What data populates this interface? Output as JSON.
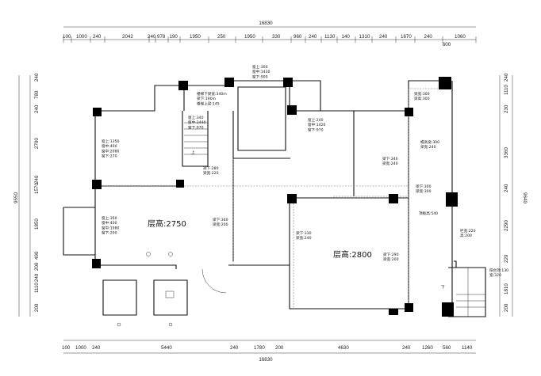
{
  "overall_dimension": "16830",
  "top_row_1": [
    "100",
    "1000",
    "240",
    "2042",
    "240",
    "978",
    "190",
    "1950",
    "250",
    "1950",
    "330",
    "960",
    "240",
    "1130",
    "140",
    "1310",
    "240",
    "1670",
    "240",
    "1060"
  ],
  "top_row_2": "600",
  "bottom_row": [
    "100",
    "1000",
    "240",
    "5440",
    "240",
    "1780",
    "200",
    "4630",
    "240",
    "1260",
    "560",
    "1140"
  ],
  "left_dims": [
    "240",
    "780",
    "240",
    "2700",
    "240",
    "1570",
    "1850",
    "490",
    "200",
    "240",
    "1110",
    "200"
  ],
  "left_total": "9550",
  "right_dims": [
    "240",
    "1110",
    "230",
    "3360",
    "240",
    "2290",
    "220",
    "1810",
    "200"
  ],
  "right_total": "9640",
  "notes": {
    "stair_top": [
      "楼梯下梁宽:340m",
      "梁下:190m",
      "楼梯上梁:145"
    ],
    "door_top": [
      "窗上:300",
      "窗中:1430",
      "窗下:900"
    ],
    "left_top_window": [
      "窗上:1350",
      "窗中:400",
      "窗中:2080",
      "窗下:270"
    ],
    "mid_right_window": [
      "窗上:240",
      "窗中:1420",
      "窗下:970"
    ],
    "stair_header": [
      "窗上:340",
      "窗中:1440",
      "窗下:970"
    ],
    "right_top": [
      "梁宽:300",
      "梁高:300"
    ],
    "beam_left": [
      "梁下:280",
      "梁宽:220"
    ],
    "right_mid1": [
      "梁下:340",
      "梁宽:240"
    ],
    "right_col": [
      "檐高宽:300",
      "梁宽:240"
    ],
    "right_mid2": [
      "梁下:300",
      "梁宽:300"
    ],
    "ceiling": "顶板高:540",
    "left_bottom_window": [
      "窗上:350",
      "窗中:400",
      "窗中:1980",
      "窗下:200"
    ],
    "beam_mid": [
      "梁下:340",
      "梁宽:200"
    ],
    "beam_center": [
      "梁下:330",
      "梁宽:240"
    ],
    "beam_br": [
      "梁下:290",
      "梁宽:200"
    ],
    "right_low": [
      "栏宽:220",
      "高:200"
    ],
    "balcony": [
      "阳台顶:130",
      "宽:320"
    ],
    "stair_up": "上",
    "down": "下"
  },
  "room_left_label": "层高:2750",
  "room_right_label": "层高:2800"
}
